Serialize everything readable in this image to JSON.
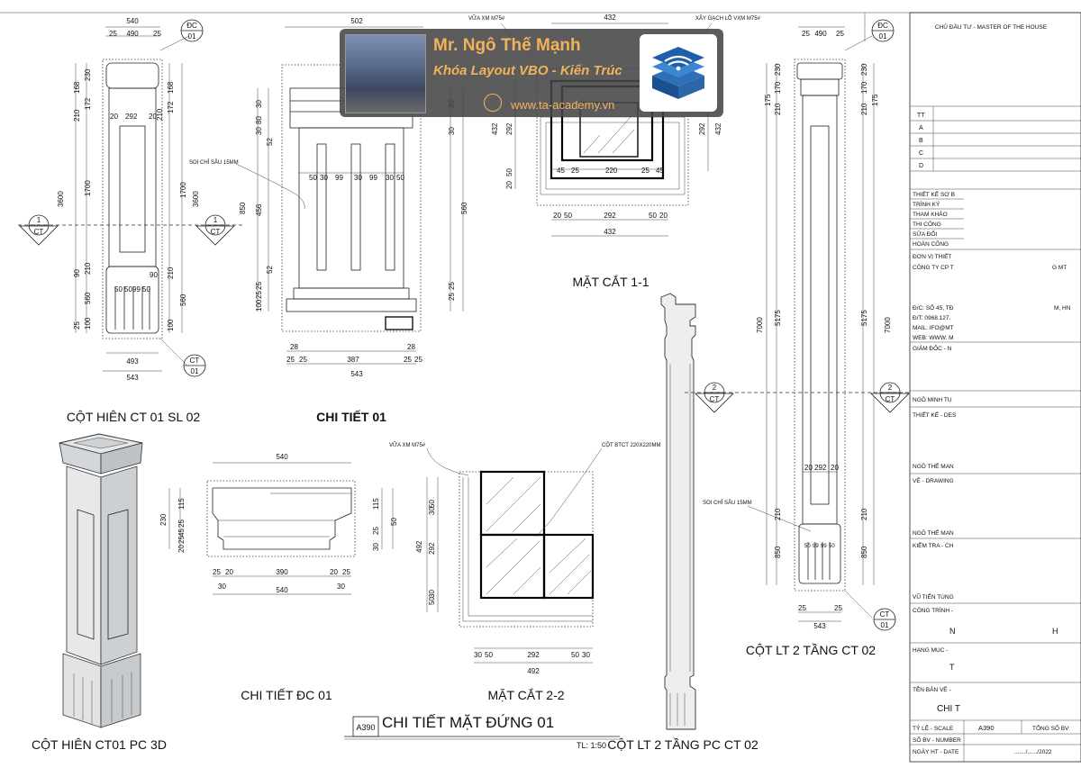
{
  "banner": {
    "name": "Mr. Ngô Thế Mạnh",
    "course": "Khóa Layout VBO - Kiến Trúc",
    "website": "www.ta-academy.vn"
  },
  "titles": {
    "cot_hien_elev": "CỘT HIÊN CT 01 SL 02",
    "chi_tiet_01": "CHI TIẾT 01",
    "mat_cat_11": "MẶT CẮT 1-1",
    "cot_lt_elev": "CỘT LT  2 TẦNG CT 02",
    "cot_hien_3d": "CỘT HIÊN CT01 PC 3D",
    "chi_tiet_dc01": "CHI TIẾT ĐC 01",
    "mat_cat_22": "MẶT CẮT 2-2",
    "cot_lt_3d": "CỘT LT 2 TẦNG PC CT 02",
    "sheet_title": "CHI TIẾT MẶT ĐỨNG 01",
    "sheet_code": "A390",
    "scale": "TL: 1:50"
  },
  "notes": {
    "vua_top": "VỮA XM M75#",
    "xay_gach": "XÂY GẠCH  LỖ VXM M75#",
    "soi_chi_1": "SOI CHỈ SÂU 15MM",
    "vua_mid": "VỮA XM M75#",
    "cot_btct": "CỘT BTCT 220X220MM",
    "soi_chi_2": "SOI CHỈ SÂU 15MM"
  },
  "tags": {
    "dc01_left": [
      "ĐC",
      "01"
    ],
    "ct01_left": [
      "CT",
      "01"
    ],
    "sec1_left": [
      "1",
      "CT"
    ],
    "sec1_right": [
      "1",
      "CT"
    ],
    "dc01_right": [
      "ĐC",
      "01"
    ],
    "sec2_left": [
      "2",
      "CT"
    ],
    "sec2_right": [
      "2",
      "CT"
    ],
    "ct01_right": [
      "CT",
      "01"
    ]
  },
  "dims": {
    "left_top": [
      "540",
      "25",
      "490",
      "25"
    ],
    "left_vert": [
      "230",
      "210",
      "172",
      "168",
      "1700",
      "3600",
      "90",
      "210",
      "560",
      "25",
      "100"
    ],
    "left_inner": [
      "20",
      "292",
      "20",
      "50",
      "50",
      "99",
      "50",
      "90"
    ],
    "left_bottom": [
      "493",
      "543"
    ],
    "left_mid": [
      "168",
      "210",
      "172",
      "1700",
      "210",
      "3600",
      "560",
      "100"
    ],
    "ct01_top": "502",
    "ct01_vert_a": [
      "30",
      "80",
      "30",
      "52",
      "456",
      "850",
      "52",
      "25",
      "25",
      "100"
    ],
    "ct01_vert_b": [
      "30",
      "30",
      "560",
      "25",
      "25"
    ],
    "ct01_inner": [
      "50",
      "30",
      "99",
      "30",
      "99",
      "30",
      "50"
    ],
    "ct01_bottom": [
      "28",
      "28",
      "25",
      "25",
      "387",
      "25",
      "25",
      "543"
    ],
    "mc11_top": "432",
    "mc11_inner": [
      "45",
      "25",
      "220",
      "25",
      "45"
    ],
    "mc11_vert_l": [
      "432",
      "292",
      "20",
      "50"
    ],
    "mc11_vert_r": [
      "292",
      "432"
    ],
    "mc11_bottom": [
      "20",
      "50",
      "292",
      "50",
      "20",
      "432"
    ],
    "ct02_top": [
      "25",
      "490",
      "25"
    ],
    "ct02_vert_l": [
      "230",
      "170",
      "175",
      "210",
      "5175",
      "7000",
      "210",
      "850"
    ],
    "ct02_vert_r": [
      "230",
      "170",
      "175",
      "210",
      "5175",
      "7000",
      "210",
      "850"
    ],
    "ct02_inner": [
      "20",
      "292",
      "20",
      "50",
      "99",
      "99",
      "50"
    ],
    "ct02_bottom": [
      "25",
      "25",
      "543"
    ],
    "dc01_top": "540",
    "dc01_vert": [
      "115",
      "230",
      "25",
      "45",
      "25",
      "20",
      "115",
      "50",
      "25",
      "30"
    ],
    "dc01_bottom": [
      "25",
      "20",
      "390",
      "20",
      "25",
      "30",
      "30",
      "540"
    ],
    "mc22_vert": [
      "50",
      "30",
      "492",
      "292",
      "30",
      "50"
    ],
    "mc22_bottom": [
      "30",
      "50",
      "292",
      "50",
      "30",
      "492"
    ]
  },
  "title_block": {
    "owner": "CHỦ ĐẦU TƯ - MASTER OF THE HOUSE",
    "rev_rows": [
      "TT",
      "A",
      "B",
      "C",
      "D"
    ],
    "rows": [
      "THIẾT KẾ SƠ B",
      "TRÌNH KÝ",
      "THAM KHẢO",
      "THI CÔNG",
      "SỬA ĐỔI",
      "HOÀN CÔNG"
    ],
    "unit": "ĐƠN VỊ THIẾT",
    "company": "CÔNG TY CP T",
    "company_tail": "G MT",
    "address": "Đ/C: SỐ 45, TĐ",
    "address_tail": "M, HN",
    "phone": "Đ/T: 0968.127.",
    "mail": "MAIL: IFO@MT",
    "web": "WEB: WWW. M",
    "director": "GIÁM ĐỐC - N",
    "person1": "NGÔ MINH TU",
    "design": "THIẾT KẾ - DES",
    "person2": "NGÔ THẾ MAN",
    "drawing": "VẼ - DRAWING",
    "person3": "NGÔ THẾ MAN",
    "check": "KIỂM TRA - CH",
    "person4": "VŨ TIẾN TÙNG",
    "project": "CÔNG TRÌNH -",
    "letter_n": "N",
    "letter_h": "H",
    "item": "HẠNG MỤC -",
    "letter_t": "T",
    "sheet_name": "TÊN BẢN VẼ -",
    "sheet_name_val": "CHI T",
    "scale_label": "TỶ LỆ - SCALE",
    "code": "A390",
    "total": "TỔNG SỐ BV",
    "number_label": "SỐ BV - NUMBER",
    "date_label": "NGÀY HT - DATE",
    "date_val": "......./....../2022"
  }
}
